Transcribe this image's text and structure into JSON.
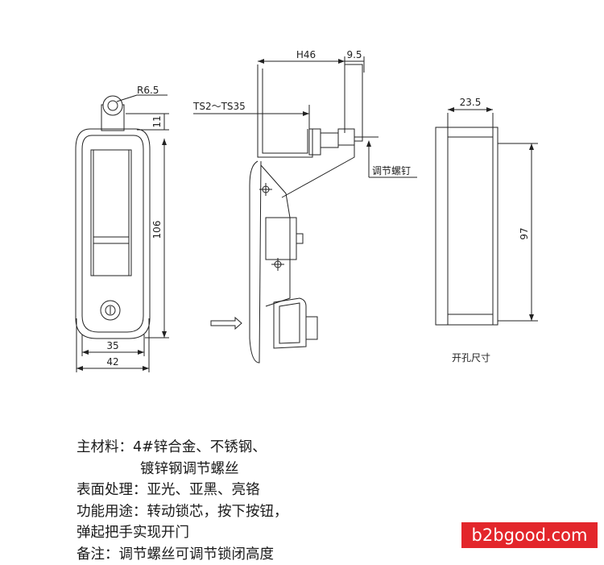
{
  "dimensions": {
    "radius": "R6.5",
    "hole_offset": "11",
    "height": "106",
    "inner_width": "35",
    "outer_width": "42",
    "depth": "H46",
    "handle_offset": "9.5",
    "panel_thickness": "TS2～TS35",
    "adjust_screw": "调节螺钉",
    "cutout_width": "23.5",
    "cutout_height": "97",
    "cutout_title": "开孔尺寸"
  },
  "notes": {
    "material_line1": "主材料：4#锌合金、不锈钢、",
    "material_line2": "镀锌钢调节螺丝",
    "surface": "表面处理：亚光、亚黑、亮铬",
    "function_line1": "功能用途：转动锁芯，按下按钮，",
    "function_line2": "弹起把手实现开门",
    "remark": "备注：调节螺丝可调节锁闭高度"
  },
  "watermark": "b2bgood.com"
}
